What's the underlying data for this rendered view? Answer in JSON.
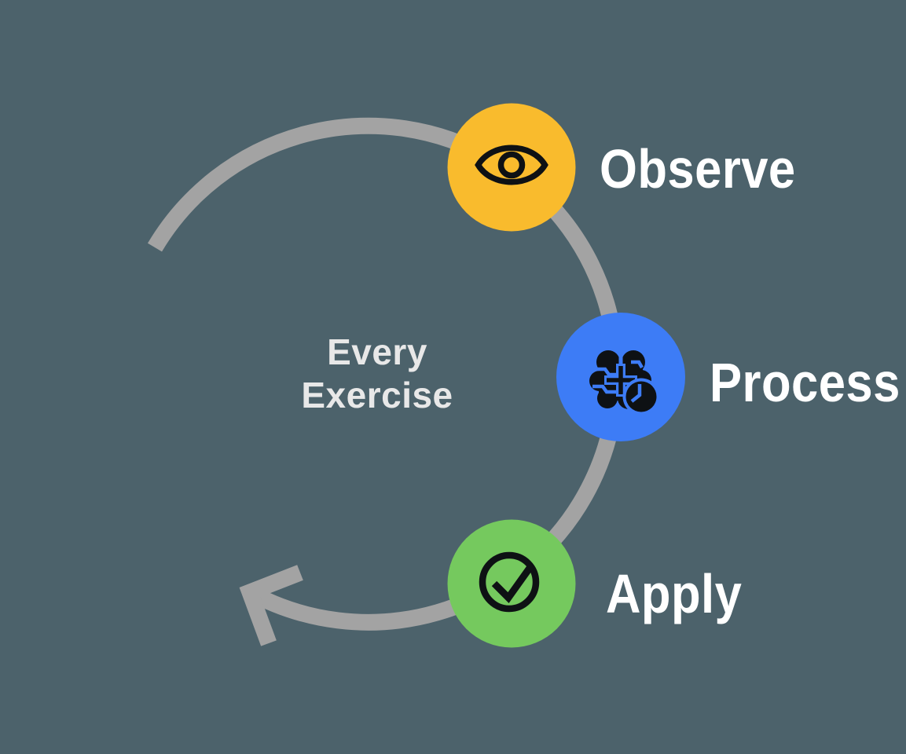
{
  "background_color": "#4C626B",
  "cycle": {
    "arrow_color": "#A3A3A3",
    "icon_color": "#0E1114",
    "label_color": "#FFFFFF",
    "center_label_color": "#E8E8E8",
    "center_label": {
      "line1": "Every",
      "line2": "Exercise"
    },
    "steps": [
      {
        "id": "observe",
        "label": "Observe",
        "color": "#F9BB2D",
        "icon": "eye-icon"
      },
      {
        "id": "process",
        "label": "Process",
        "color": "#3D7CF6",
        "icon": "brain-clock-icon"
      },
      {
        "id": "apply",
        "label": "Apply",
        "color": "#75C95E",
        "icon": "check-circle-icon"
      }
    ]
  }
}
